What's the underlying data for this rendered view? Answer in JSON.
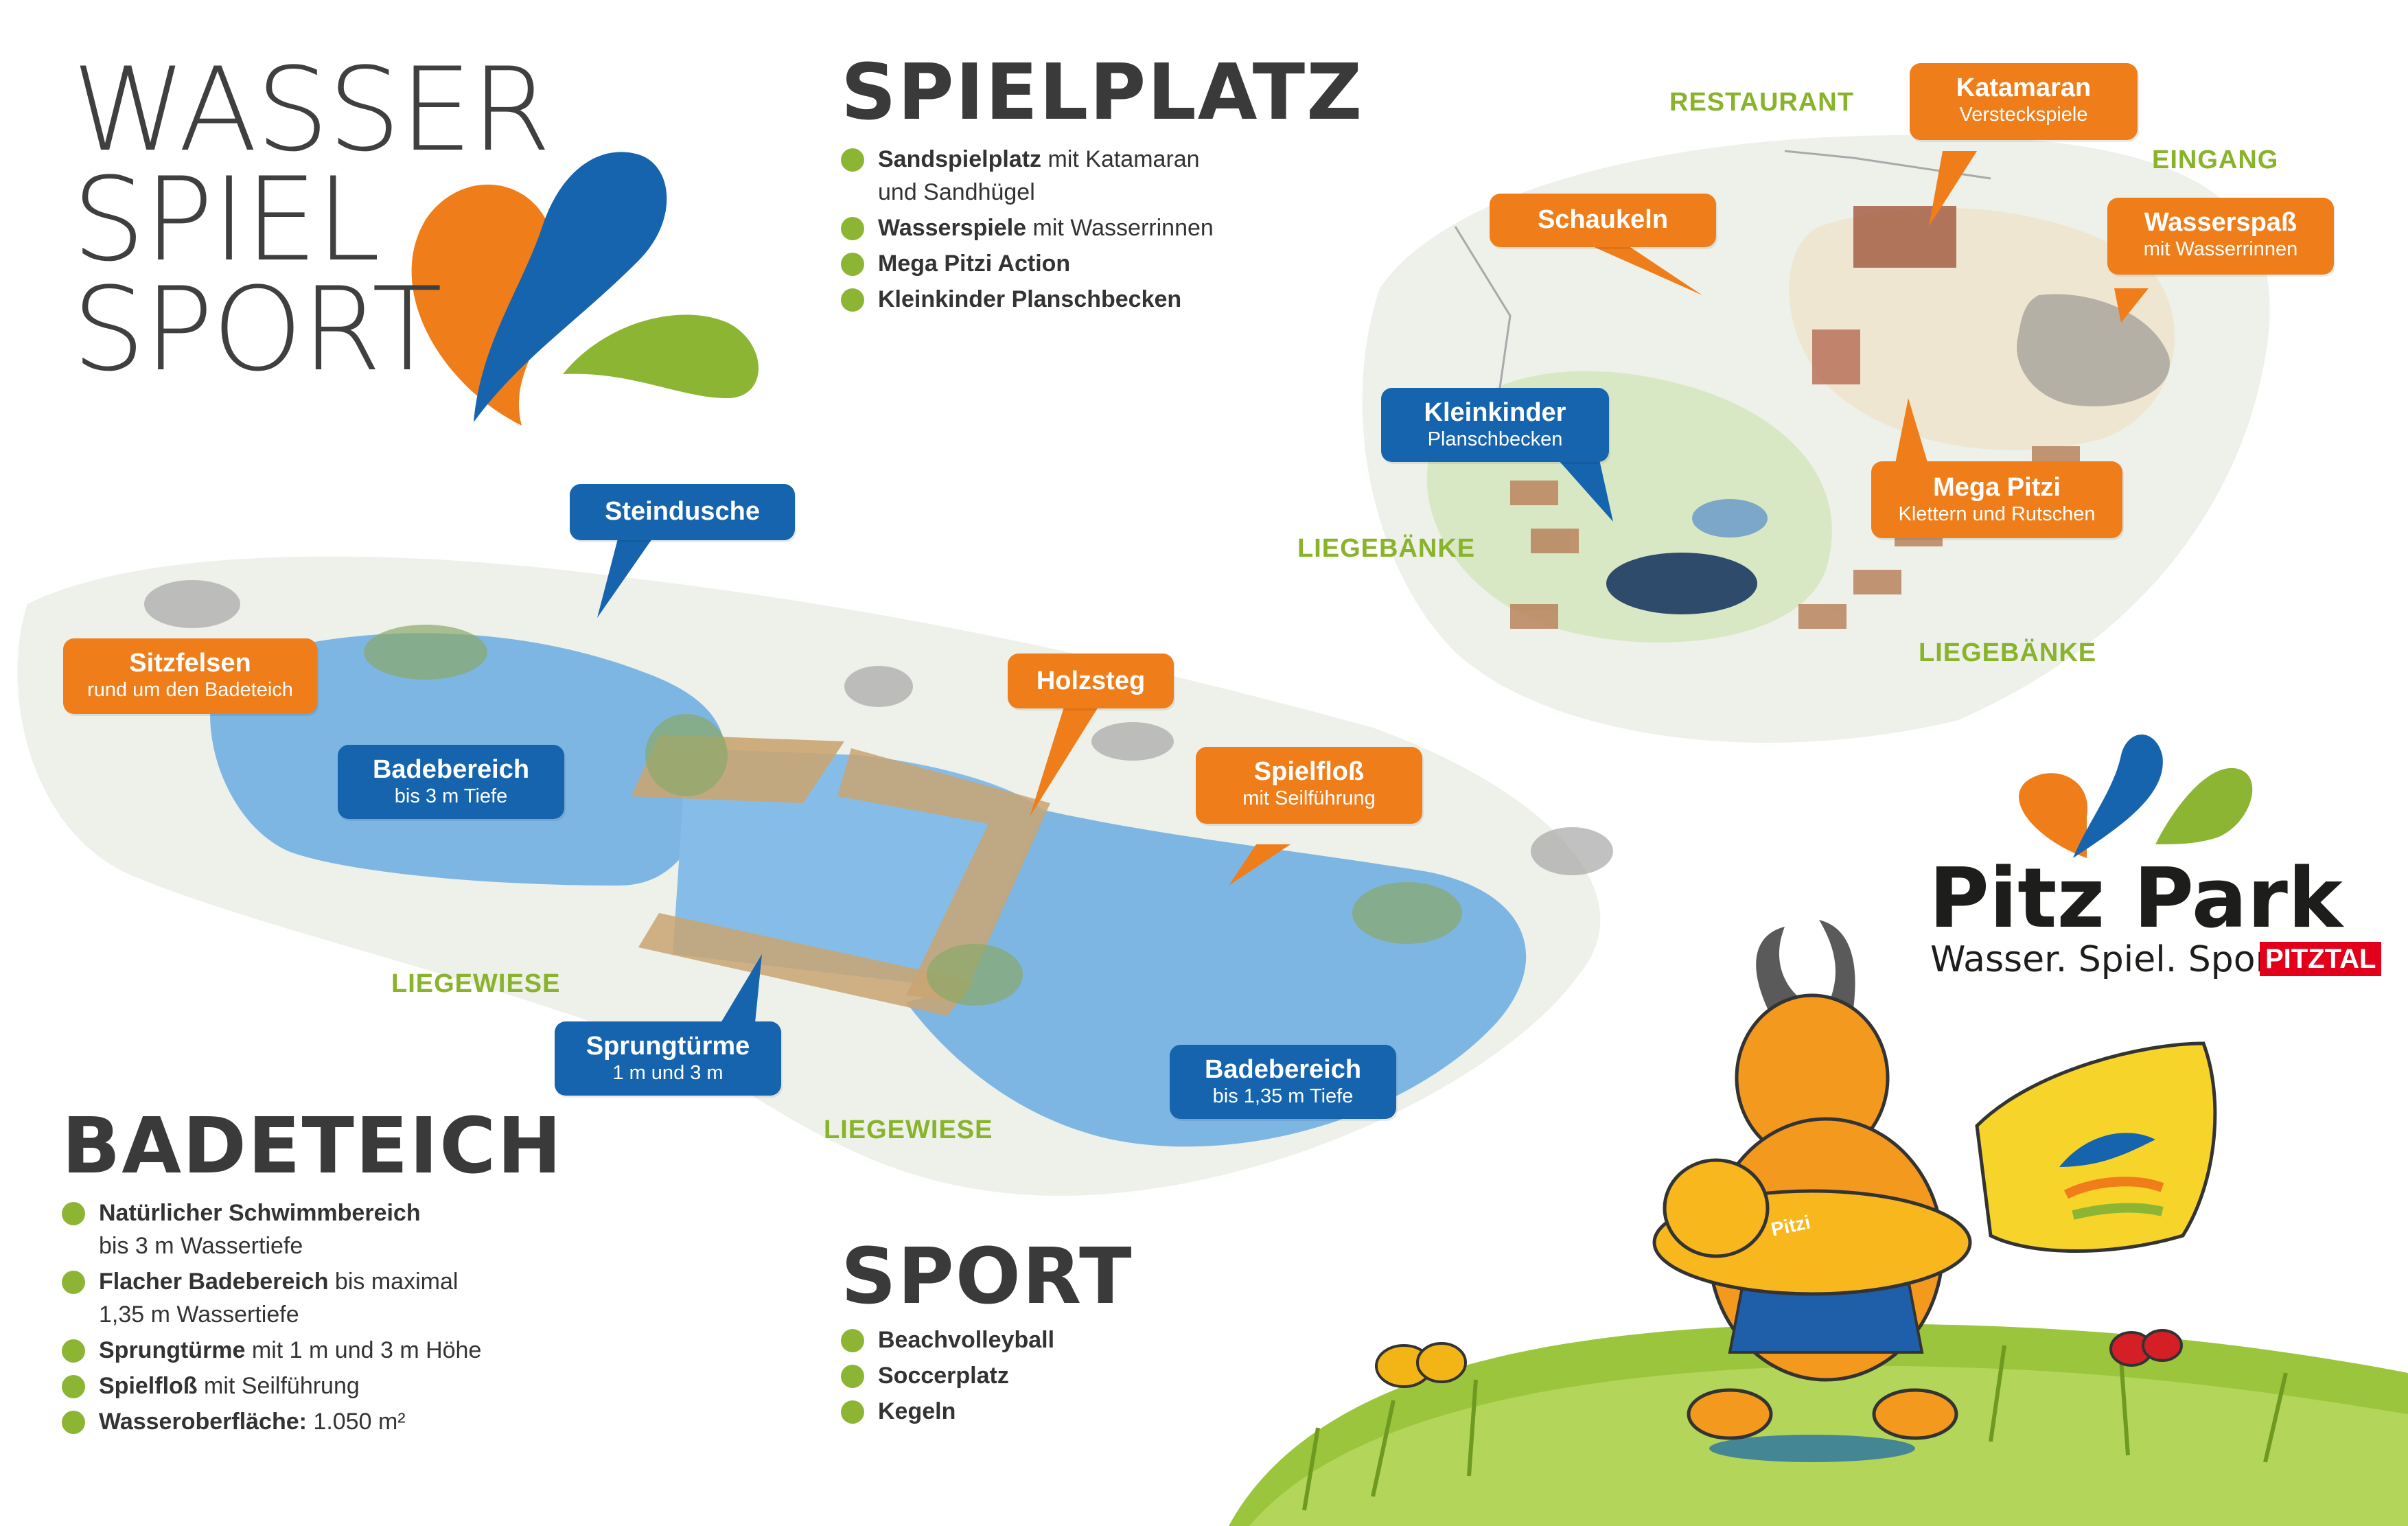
{
  "headline": {
    "line1": "WASSER",
    "line2": "SPIEL",
    "line3": "SPORT"
  },
  "spielplatz": {
    "title": "SPIELPLATZ",
    "items": [
      {
        "bold": "Sandspielplatz",
        "rest": " mit Katamaran",
        "line2": "und Sandhügel"
      },
      {
        "bold": "Wasserspiele",
        "rest": " mit Wasserrinnen",
        "line2": ""
      },
      {
        "bold": "Mega Pitzi Action",
        "rest": "",
        "line2": ""
      },
      {
        "bold": "Kleinkinder Planschbecken",
        "rest": "",
        "line2": ""
      }
    ]
  },
  "badeteich": {
    "title": "BADETEICH",
    "items": [
      {
        "bold": "Natürlicher Schwimmbereich",
        "rest": "",
        "line2": "bis 3 m Wassertiefe"
      },
      {
        "bold": "Flacher Badebereich",
        "rest": " bis maximal",
        "line2": "1,35 m Wassertiefe"
      },
      {
        "bold": "Sprungtürme",
        "rest": " mit 1 m und 3 m Höhe",
        "line2": ""
      },
      {
        "bold": "Spielfloß",
        "rest": " mit Seilführung",
        "line2": ""
      },
      {
        "bold": "Wasseroberfläche:",
        "rest": " 1.050 m²",
        "line2": ""
      }
    ]
  },
  "sport": {
    "title": "SPORT",
    "items": [
      {
        "bold": "Beachvolleyball",
        "rest": "",
        "line2": ""
      },
      {
        "bold": "Soccerplatz",
        "rest": "",
        "line2": ""
      },
      {
        "bold": "Kegeln",
        "rest": "",
        "line2": ""
      }
    ]
  },
  "callouts": {
    "katamaran": {
      "title": "Katamaran",
      "sub": "Versteckspiele"
    },
    "schaukeln": {
      "title": "Schaukeln",
      "sub": ""
    },
    "wasserspass": {
      "title": "Wasserspaß",
      "sub": "mit Wasserrinnen"
    },
    "kleinkinder": {
      "title": "Kleinkinder",
      "sub": "Planschbecken"
    },
    "megapitzi": {
      "title": "Mega Pitzi",
      "sub": "Klettern und Rutschen"
    },
    "steindusche": {
      "title": "Steindusche",
      "sub": ""
    },
    "sitzfelsen": {
      "title": "Sitzfelsen",
      "sub": "rund um den Badeteich"
    },
    "holzsteg": {
      "title": "Holzsteg",
      "sub": ""
    },
    "badebereich1": {
      "title": "Badebereich",
      "sub": "bis 3 m Tiefe"
    },
    "spielfloss": {
      "title": "Spielfloß",
      "sub": "mit Seilführung"
    },
    "sprungtuerme": {
      "title": "Sprungtürme",
      "sub": "1 m und 3 m"
    },
    "badebereich2": {
      "title": "Badebereich",
      "sub": "bis 1,35 m Tiefe"
    }
  },
  "map_labels": {
    "restaurant": "RESTAURANT",
    "eingang": "EINGANG",
    "liegebaenke1": "LIEGEBÄNKE",
    "liegebaenke2": "LIEGEBÄNKE",
    "liegewiese1": "LIEGEWIESE",
    "liegewiese2": "LIEGEWIESE"
  },
  "brand": {
    "name_a": "Pitz",
    "name_b": "Park",
    "slogan": "Wasser. Spiel. Sport.",
    "tag": "PITZTAL",
    "mascot_badge": "Pitzi"
  },
  "colors": {
    "orange": "#ef7d1a",
    "blue": "#1564ad",
    "green": "#8db534",
    "water": "#7db6e3"
  }
}
